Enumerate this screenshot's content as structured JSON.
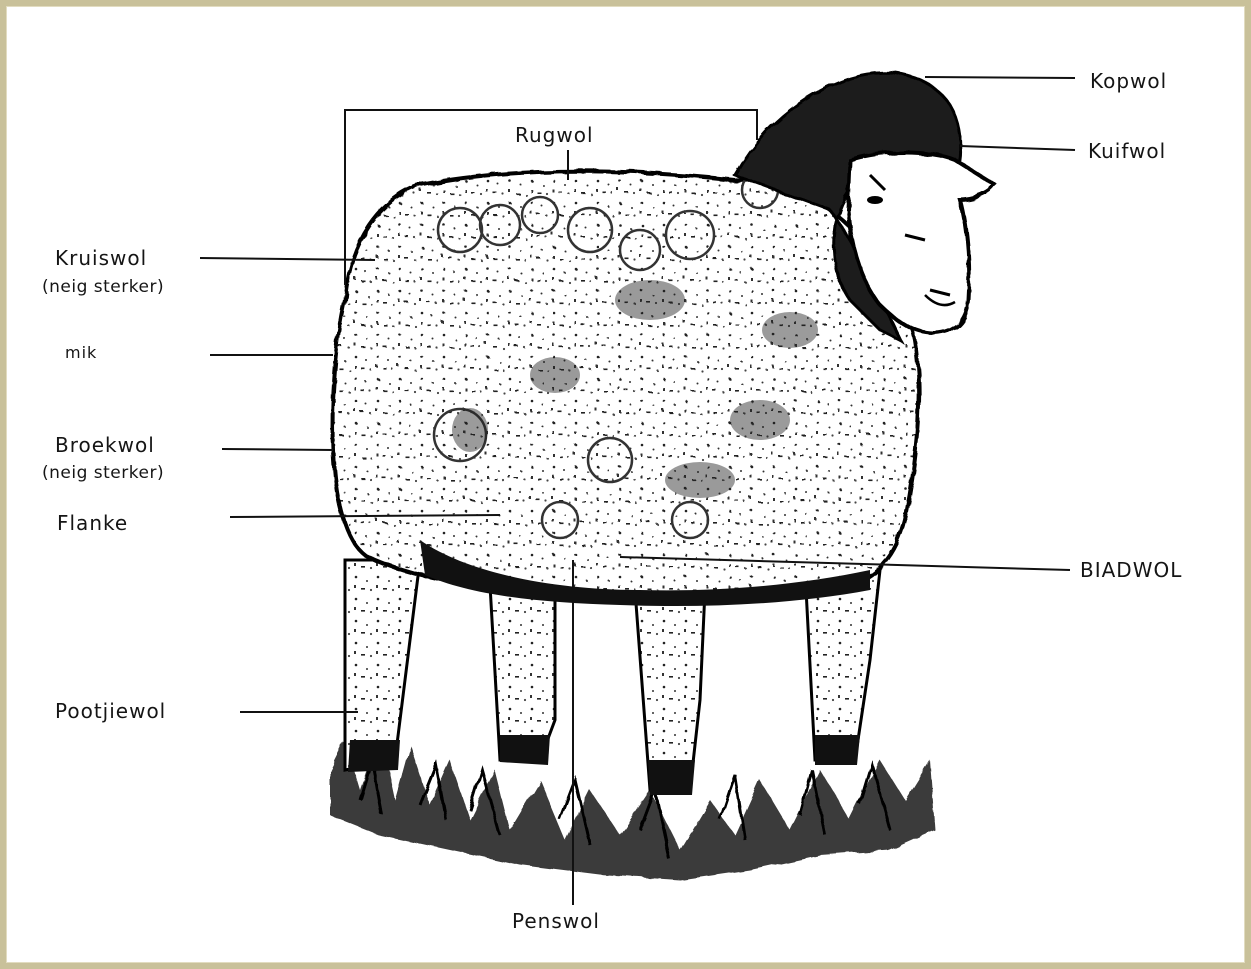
{
  "labels": {
    "kopwol": "Kopwol",
    "kuifwol": "Kuifwol",
    "rugwol": "Rugwol",
    "kruiswol": "Kruiswol",
    "kruiswol_note": "(neig sterker)",
    "mik": "mik",
    "broekwol": "Broekwol",
    "broekwol_note": "(neig sterker)",
    "flanke": "Flanke",
    "bladwol": "BIADWOL",
    "pootjiewol": "Pootjiewol",
    "penswol": "Penswol"
  },
  "colors": {
    "frame": "#c9c19a",
    "ink": "#111111",
    "paper": "#ffffff"
  }
}
